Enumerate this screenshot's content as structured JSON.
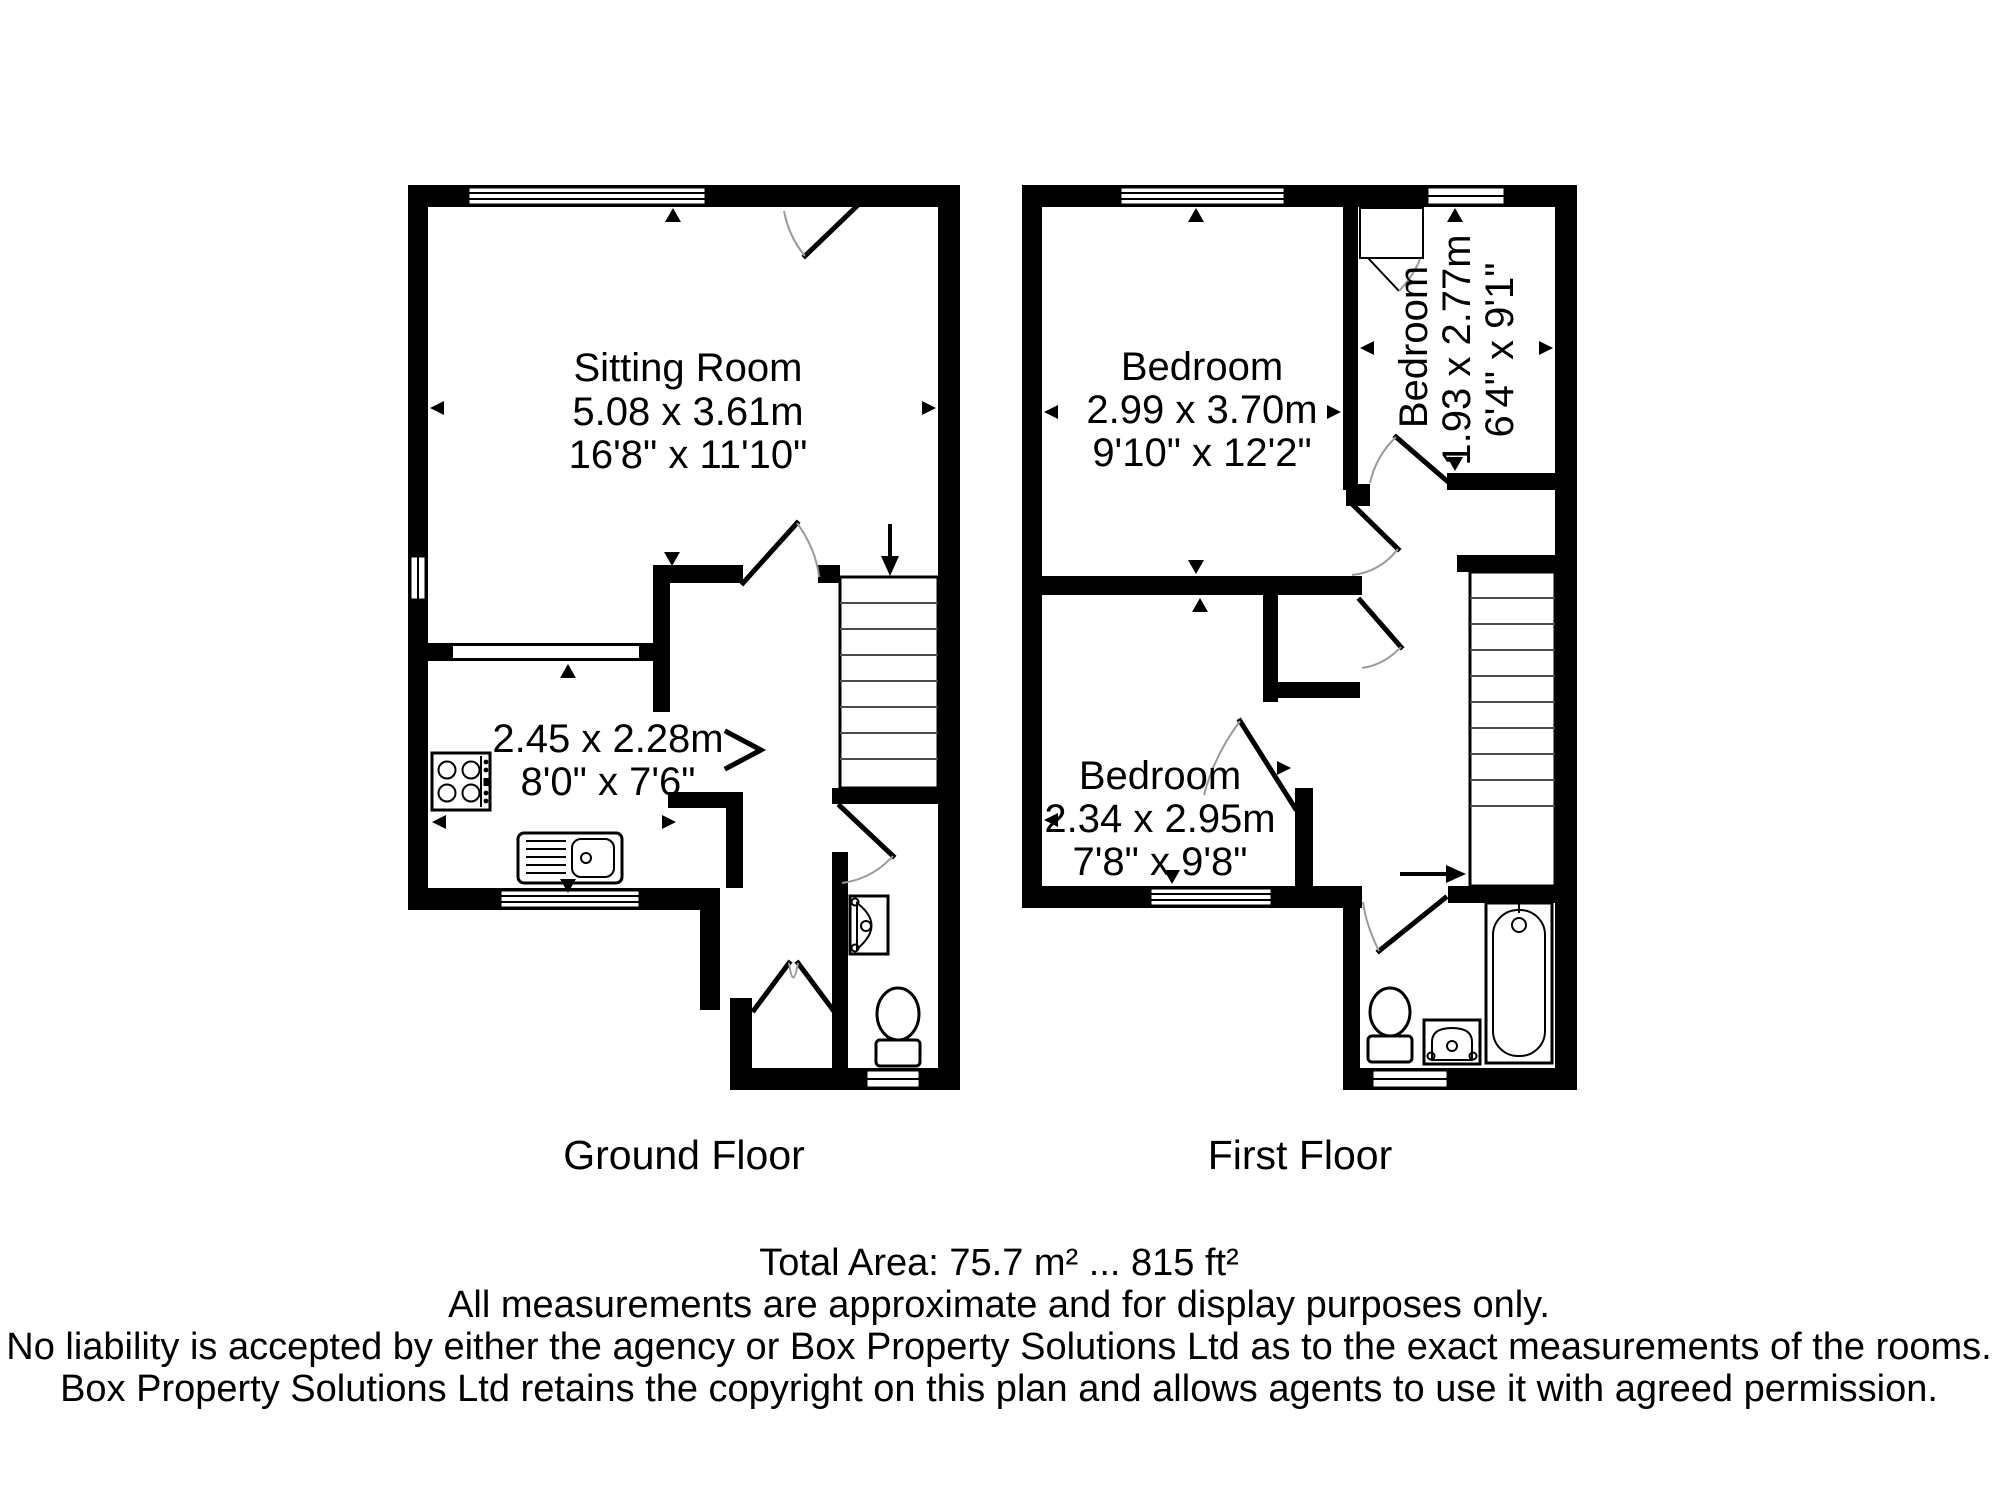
{
  "ground_floor": {
    "label": "Ground Floor",
    "sitting_room": {
      "name": "Sitting Room",
      "metric": "5.08 x 3.61m",
      "imperial": "16'8\" x 11'10\""
    },
    "kitchen": {
      "metric": "2.45 x 2.28m",
      "imperial": "8'0\" x 7'6\""
    }
  },
  "first_floor": {
    "label": "First Floor",
    "bedroom_1": {
      "name": "Bedroom",
      "metric": "2.99 x 3.70m",
      "imperial": "9'10\" x 12'2\""
    },
    "bedroom_2": {
      "name": "Bedroom",
      "metric": "1.93 x 2.77m",
      "imperial": "6'4\" x 9'1\""
    },
    "bedroom_3": {
      "name": "Bedroom",
      "metric": "2.34 x 2.95m",
      "imperial": "7'8\" x 9'8\""
    }
  },
  "footer": {
    "total_area": "Total Area: 75.7 m² ... 815 ft²",
    "disclaimer_1": "All measurements are approximate and for display purposes only.",
    "disclaimer_2": "No liability is accepted by either the agency or Box Property Solutions Ltd as to the exact measurements of the rooms.",
    "disclaimer_3": "Box Property Solutions Ltd retains the copyright on this plan and allows agents to use it with agreed permission."
  },
  "colors": {
    "wall": "#000000",
    "background": "#ffffff",
    "door_arc": "#9a9a9a"
  }
}
